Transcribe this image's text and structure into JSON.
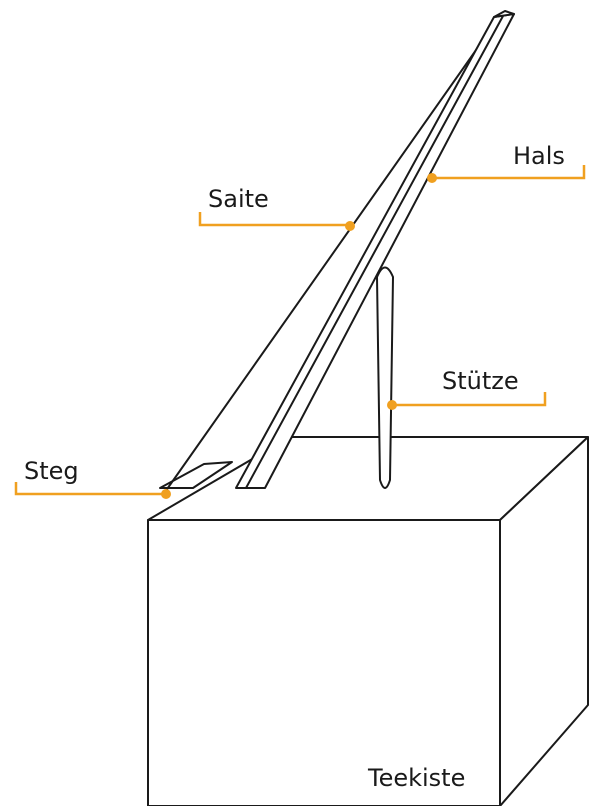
{
  "labels": {
    "saite": "Saite",
    "hals": "Hals",
    "stuetze": "Stütze",
    "steg": "Steg",
    "teekiste": "Teekiste"
  },
  "colors": {
    "accent": "#f0a020",
    "stroke": "#1a1a1a"
  }
}
